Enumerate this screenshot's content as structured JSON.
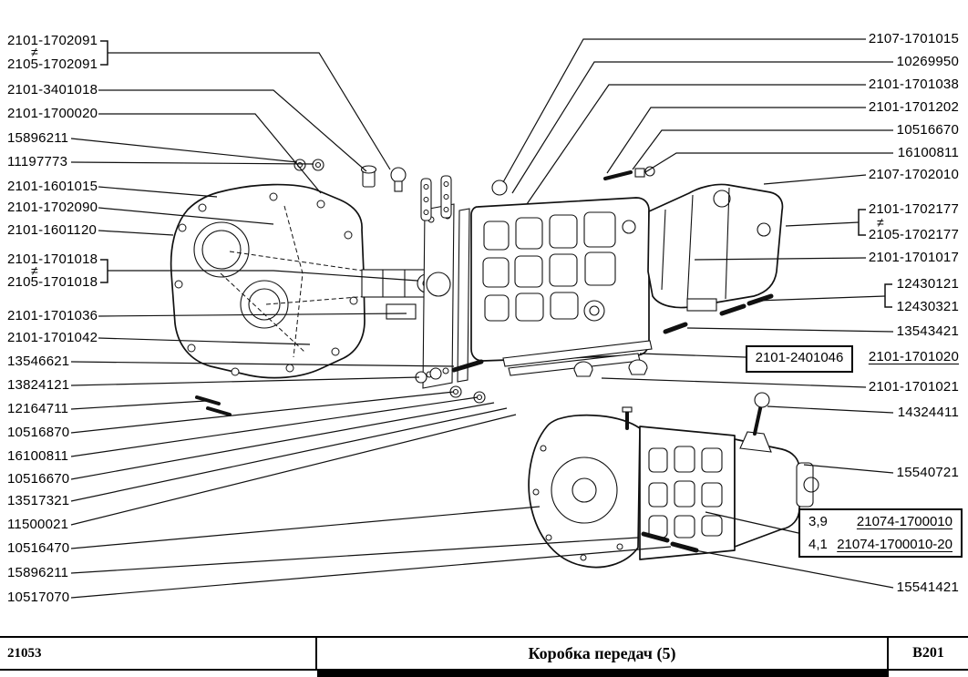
{
  "doc": {
    "footer": {
      "model_code": "21053",
      "section_title": "Коробка передач (5)",
      "page_code": "B201"
    }
  },
  "left_column": {
    "group1": {
      "line1": "2101-1702091",
      "line2": "2105-1702091",
      "neq": "≠"
    },
    "singles_a": [
      "2101-3401018",
      "2101-1700020",
      "15896211",
      "11197773",
      "2101-1601015",
      "2101-1702090",
      "2101-1601120"
    ],
    "group2": {
      "line1": "2101-1701018",
      "line2": "2105-1701018",
      "neq": "≠"
    },
    "singles_b": [
      "2101-1701036",
      "2101-1701042",
      "13546621",
      "13824121",
      "12164711",
      "10516870",
      "16100811",
      "10516670",
      "13517321",
      "11500021",
      "10516470",
      "15896211",
      "10517070"
    ]
  },
  "right_column": {
    "singles_a": [
      "2107-1701015",
      "10269950",
      "2101-1701038",
      "2101-1701202",
      "10516670",
      "16100811",
      "2107-1702010"
    ],
    "group1": {
      "line1": "2101-1702177",
      "line2": "2105-1702177",
      "neq": "≠"
    },
    "single_1701017": "2101-1701017",
    "group2": {
      "line1": "12430121",
      "line2": "12430321"
    },
    "single_13543421": "13543421",
    "boxed_pair": {
      "boxed": "2101-2401046",
      "underlined": "2101-1701020"
    },
    "single_1701021": "2101-1701021",
    "single_14324411": "14324411",
    "single_15540721": "15540721",
    "ratio_box": {
      "row1": {
        "ratio": "3,9",
        "part": "21074-1700010"
      },
      "row2": {
        "ratio": "4,1",
        "part": "21074-1700010-20"
      }
    },
    "single_15541421": "15541421"
  }
}
